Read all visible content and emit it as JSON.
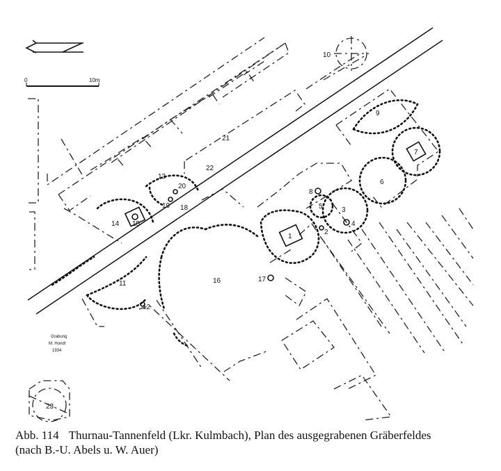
{
  "caption": {
    "figure_number": "Abb. 114",
    "text_line1": "Thurnau-Tannenfeld (Lkr. Kulmbach), Plan des ausgegrabenen Gräberfeldes",
    "text_line2": "(nach B.-U. Abels u. W. Auer)"
  },
  "scale_bar": {
    "start_label": "0",
    "end_label": "10m"
  },
  "excavation_note": {
    "line1": "Grabung",
    "line2": "M. Hundt",
    "line3": "1934"
  },
  "graves": [
    {
      "id": "1",
      "label": "1"
    },
    {
      "id": "2",
      "label": "2"
    },
    {
      "id": "3",
      "label": "3"
    },
    {
      "id": "4",
      "label": "4"
    },
    {
      "id": "5",
      "label": "5"
    },
    {
      "id": "6",
      "label": "6"
    },
    {
      "id": "7",
      "label": "7"
    },
    {
      "id": "8",
      "label": "8"
    },
    {
      "id": "9",
      "label": "9"
    },
    {
      "id": "10",
      "label": "10"
    },
    {
      "id": "11",
      "label": "11"
    },
    {
      "id": "12",
      "label": "12"
    },
    {
      "id": "13",
      "label": "13"
    },
    {
      "id": "14",
      "label": "14"
    },
    {
      "id": "15",
      "label": "15"
    },
    {
      "id": "16",
      "label": "16"
    },
    {
      "id": "17",
      "label": "17"
    },
    {
      "id": "18",
      "label": "18"
    },
    {
      "id": "19",
      "label": "19"
    },
    {
      "id": "20",
      "label": "20"
    },
    {
      "id": "21",
      "label": "21"
    },
    {
      "id": "22",
      "label": "22"
    },
    {
      "id": "23",
      "label": "23"
    }
  ]
}
